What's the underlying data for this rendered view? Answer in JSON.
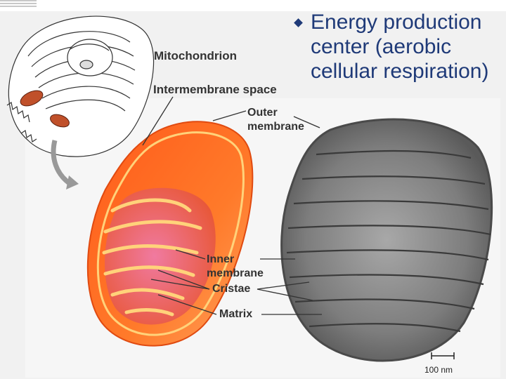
{
  "slide": {
    "bullet_text": "Energy production\ncenter (aerobic\ncellular respiration)"
  },
  "diagram": {
    "labels": {
      "mitochondrion": "Mitochondrion",
      "intermembrane_space": "Intermembrane space",
      "outer_membrane": "Outer\nmembrane",
      "inner_membrane": "Inner\nmembrane",
      "cristae": "Cristae",
      "matrix": "Matrix"
    },
    "scale_bar": "100 nm"
  },
  "colors": {
    "bullet": "#1f3a78",
    "label_text": "#333333",
    "mito_outer": "#ff6a1a",
    "mito_inner_membrane": "#ffd27a",
    "matrix_tint": "#e85c8a",
    "em_photo": "#8a8a8a",
    "background_panel": "#f1f1f1"
  }
}
